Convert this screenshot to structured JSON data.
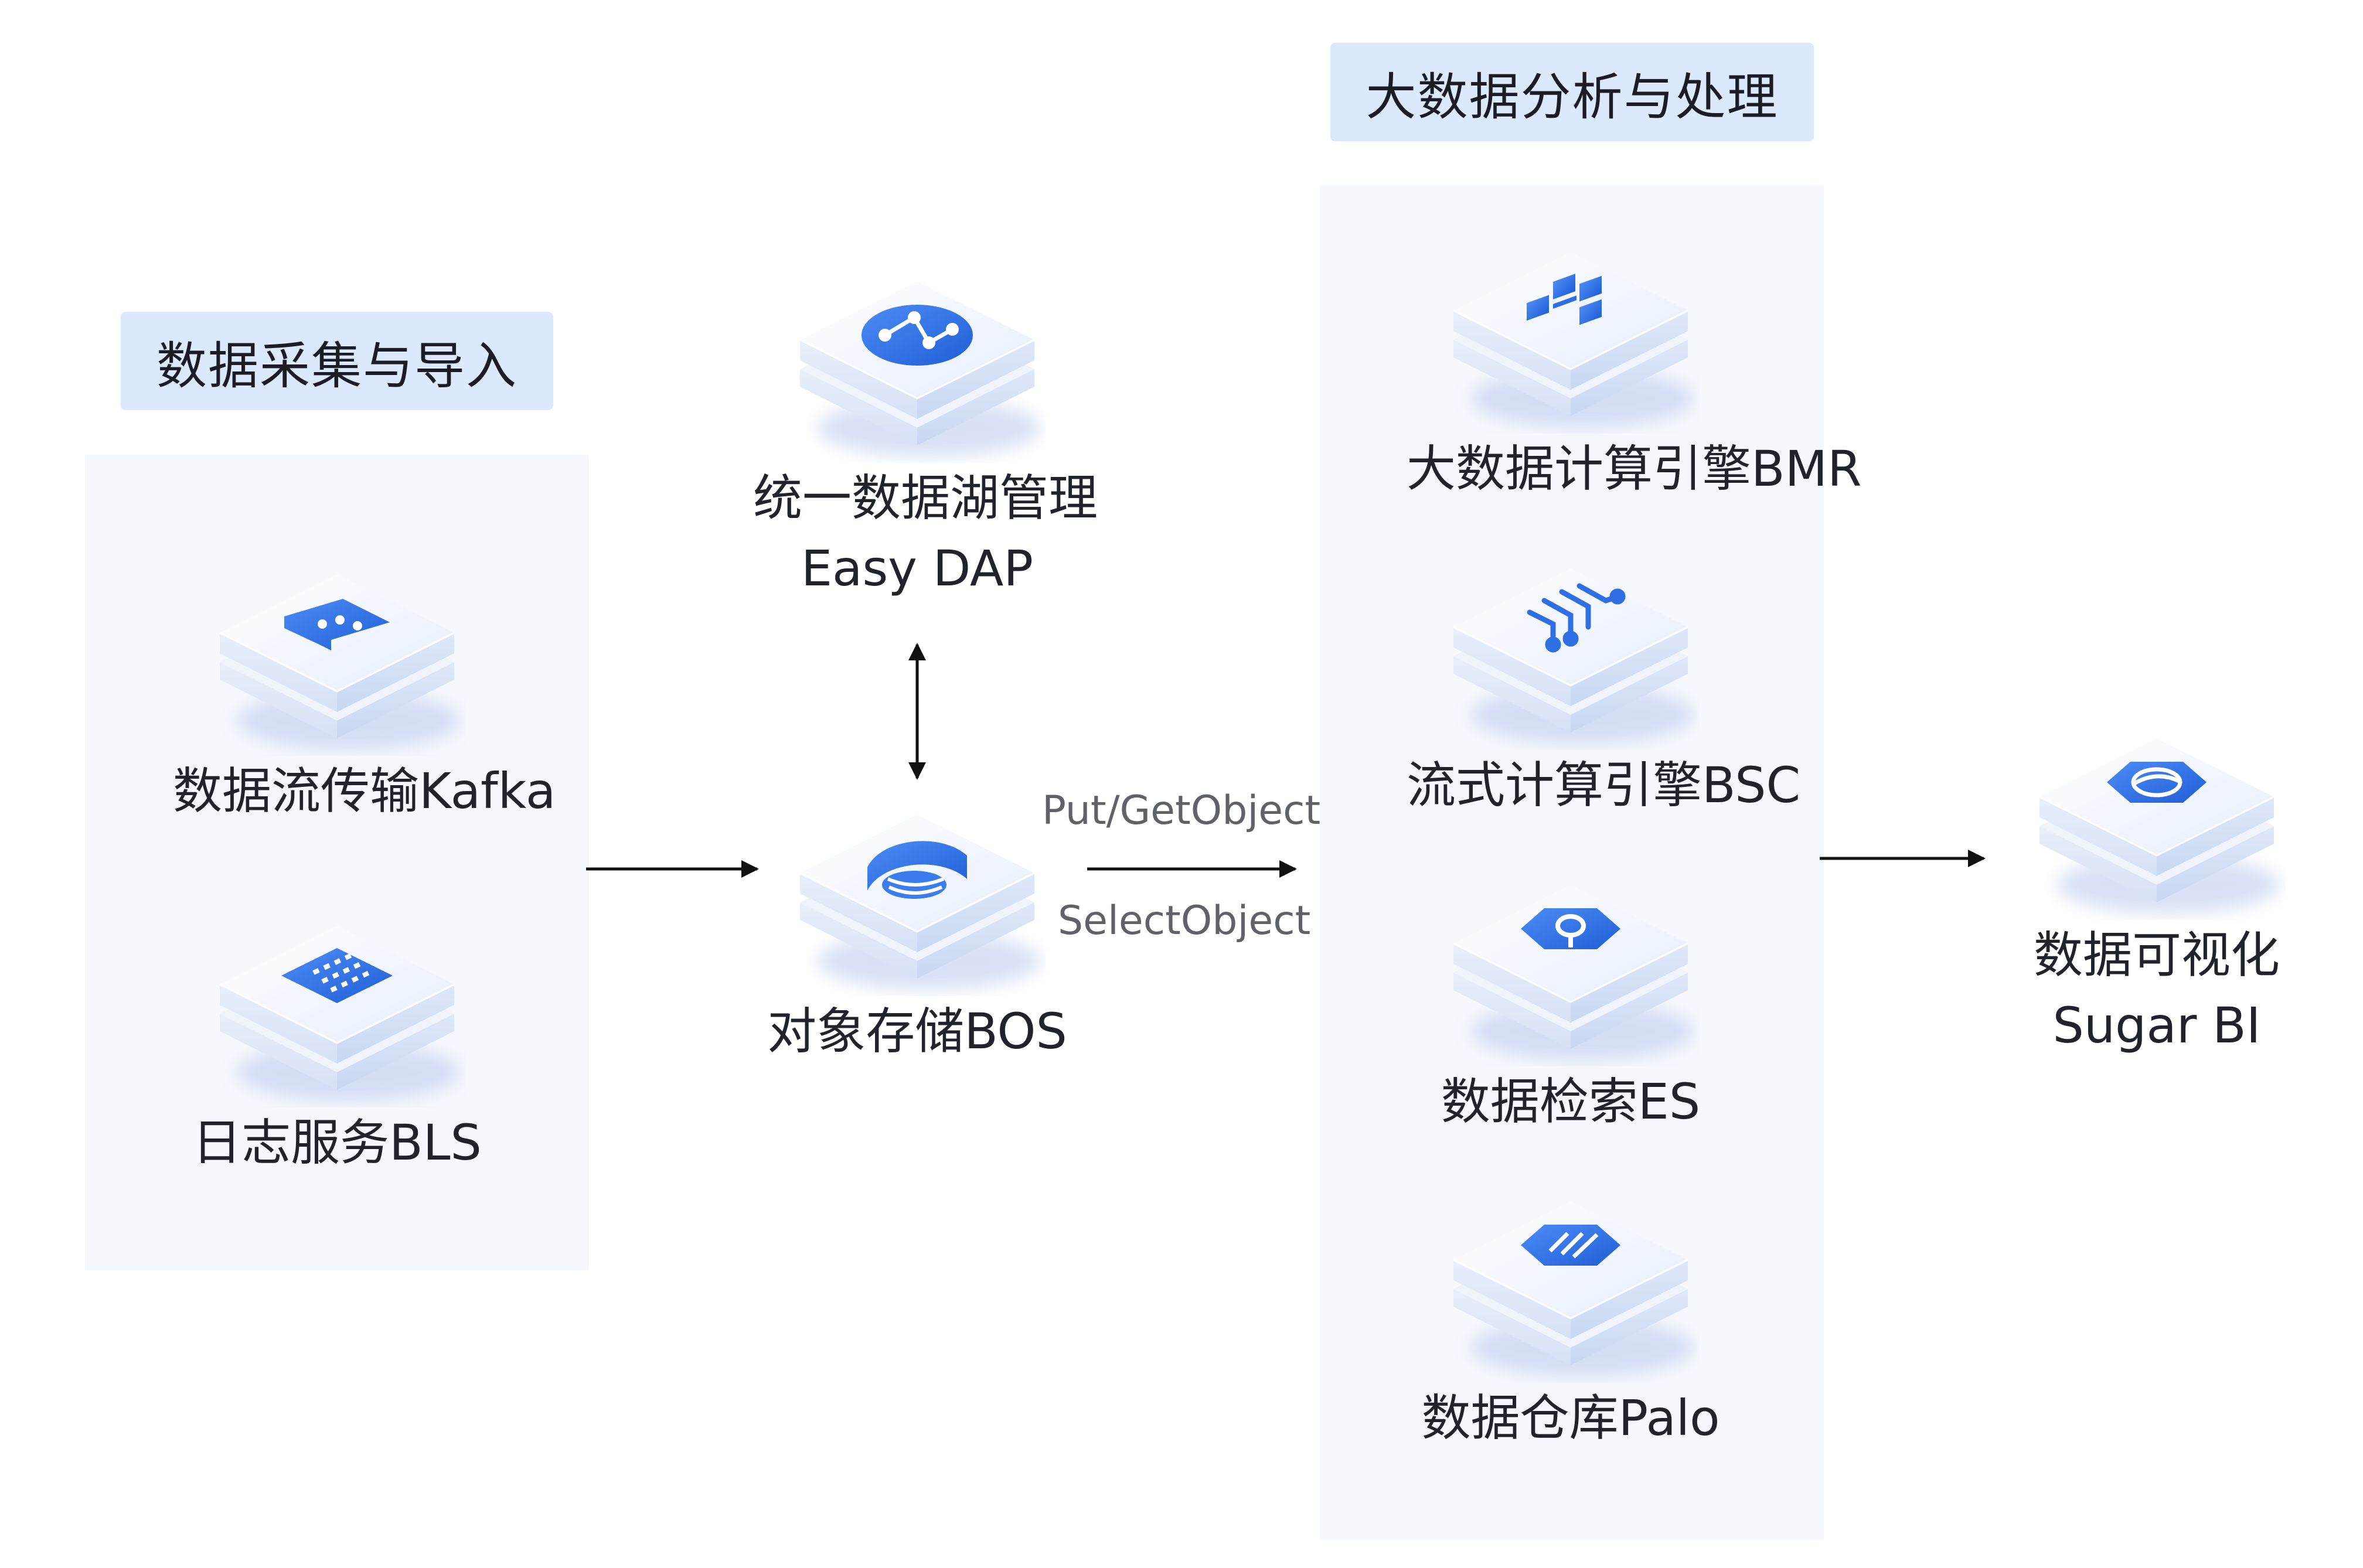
{
  "groups": {
    "collect": {
      "title": "数据采集与导入"
    },
    "analysis": {
      "title": "大数据分析与处理"
    }
  },
  "nodes": {
    "kafka": {
      "label": "数据流传输Kafka",
      "icon": "chat-bubble-icon"
    },
    "bls": {
      "label": "日志服务BLS",
      "icon": "log-list-icon"
    },
    "easydap": {
      "label_line1": "统一数据湖管理",
      "label_line2": "Easy DAP",
      "icon": "network-graph-icon"
    },
    "bos": {
      "label": "对象存储BOS",
      "icon": "storage-bucket-icon"
    },
    "bmr": {
      "label": "大数据计算引擎BMR",
      "icon": "cluster-blocks-icon"
    },
    "bsc": {
      "label": "流式计算引擎BSC",
      "icon": "stream-circuit-icon"
    },
    "es": {
      "label": "数据检索ES",
      "icon": "search-hexagon-icon"
    },
    "palo": {
      "label": "数据仓库Palo",
      "icon": "warehouse-hexagon-icon"
    },
    "sugar": {
      "label_line1": "数据可视化",
      "label_line2": "Sugar BI",
      "icon": "visualization-hexagon-icon"
    }
  },
  "edges": {
    "bos_to_analysis_top": "Put/GetObject",
    "bos_to_analysis_bottom": "SelectObject"
  },
  "colors": {
    "accent_blue": "#2f6fe4",
    "panel_bg": "#f5f8fd",
    "header_bg": "#dce8fb",
    "arrow": "#111111"
  }
}
